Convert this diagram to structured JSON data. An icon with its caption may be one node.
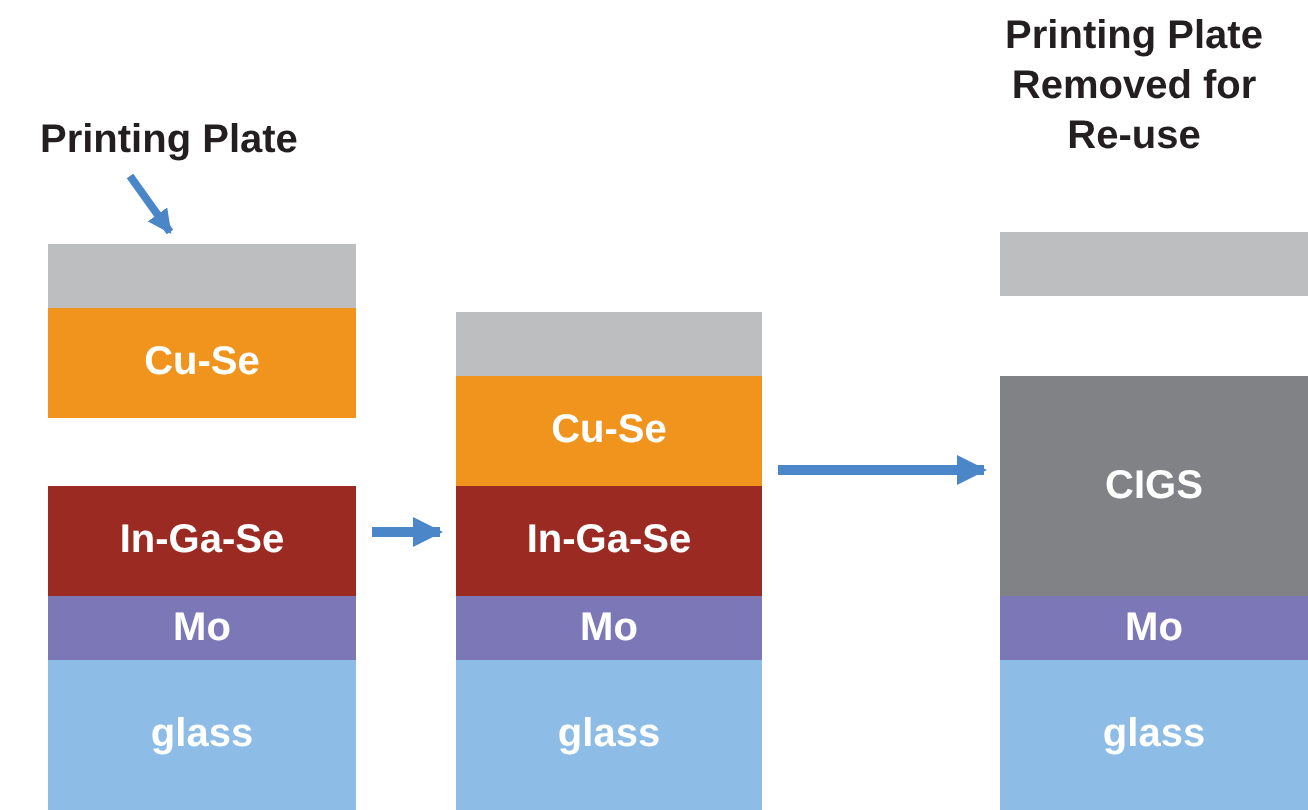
{
  "diagram": {
    "nodes": [
      {
        "text": [
          "Printing Plate"
        ]
      },
      {
        "text": [],
        "shape": "box"
      },
      {
        "text": [
          "Cu-Se"
        ]
      },
      {
        "text": [
          "In-Ga-Se"
        ]
      },
      {
        "text": [
          "Mo"
        ]
      },
      {
        "text": [
          "glass"
        ]
      },
      {
        "text": [],
        "shape": "box"
      },
      {
        "text": [
          "Cu-Se"
        ]
      },
      {
        "text": [
          "In-Ga-Se"
        ]
      },
      {
        "text": [
          "Mo"
        ]
      },
      {
        "text": [
          "glass"
        ]
      },
      {
        "text": [
          "Printing Plate Removed for Re-use"
        ]
      },
      {
        "text": [],
        "shape": "box"
      },
      {
        "text": [
          "CIGS"
        ]
      },
      {
        "text": [
          "Mo"
        ]
      },
      {
        "text": [
          "glass"
        ]
      }
    ],
    "edges": [
      {
        "from": 0,
        "to": 1,
        "arrow": "to"
      },
      {
        "from": 3,
        "to": 8,
        "arrow": "to"
      },
      {
        "from": 7,
        "to": 13,
        "arrow": "to"
      }
    ]
  }
}
